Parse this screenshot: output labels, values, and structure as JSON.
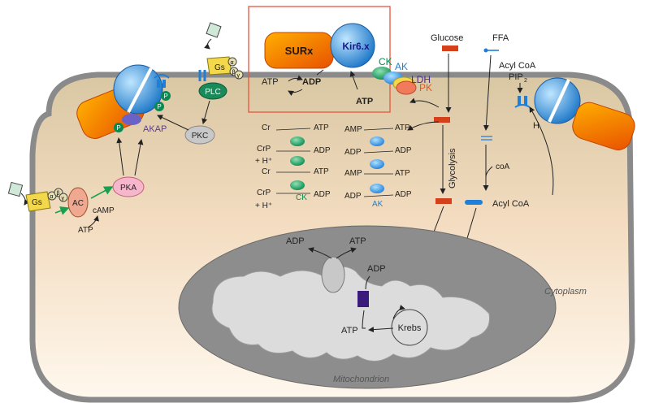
{
  "colors": {
    "cell_stroke": "#7a7a7a",
    "cytoplasm_top": "#d8c8a8",
    "cytoplasm_bottom": "#fff6ea",
    "mito_outer": "#8f8f8f",
    "mito_inner": "#dcdcdc",
    "highlight_box": "#e8553b",
    "enzyme_green": "#0a8a52",
    "enzyme_blue": "#1f7fd8",
    "pk_orange": "#e8541f",
    "ldh_purple": "#4a2a8a",
    "akap_purple": "#5a3a9a",
    "glycolysis_marker": "#d3401a"
  },
  "channel_box": {
    "sur_label": "SURx",
    "kir_label": "Kir6.x",
    "atp_label": "ATP",
    "adp_label": "ADP",
    "atp_bottom_label": "ATP"
  },
  "left_signaling": {
    "gs_label": "Gs",
    "alpha": "α",
    "beta": "β",
    "gamma": "γ",
    "ac_label": "AC",
    "camp_label": "cAMP",
    "atp_label": "ATP",
    "pka_label": "PKA",
    "akap_label": "AKAP",
    "p_label": "P",
    "plc_label": "PLC",
    "pkc_label": "PKC"
  },
  "enzymes": {
    "ck": "CK",
    "ak": "AK",
    "ldh": "LDH",
    "pk": "PK"
  },
  "ck_shuttle": {
    "r1": [
      "Cr",
      "ATP"
    ],
    "r2": [
      "CrP",
      "ADP"
    ],
    "r2b": "+ H⁺",
    "r3": [
      "Cr",
      "ATP"
    ],
    "r4": [
      "CrP",
      "ADP"
    ],
    "r4b": "+ H⁺",
    "enzyme": "CK"
  },
  "ak_shuttle": {
    "r1": [
      "AMP",
      "ATP"
    ],
    "r2": [
      "ADP",
      "ADP"
    ],
    "r3": [
      "AMP",
      "ATP"
    ],
    "r4": [
      "ADP",
      "ADP"
    ],
    "enzyme": "AK"
  },
  "metabolism": {
    "glucose": "Glucose",
    "glycolysis": "Glycolysis",
    "ffa": "FFA",
    "coa": "coA",
    "acyl_coa": "Acyl CoA",
    "acyl_coa_top": "Acyl CoA",
    "pip2": "PIP",
    "pip2_sub": "2",
    "h_label": "H"
  },
  "mito": {
    "adp_top": "ADP",
    "atp_top": "ATP",
    "adp_inner": "ADP",
    "atp_inner": "ATP",
    "krebs": "Krebs",
    "mito_label": "Mitochondrion",
    "cyto_label": "Cytoplasm"
  }
}
